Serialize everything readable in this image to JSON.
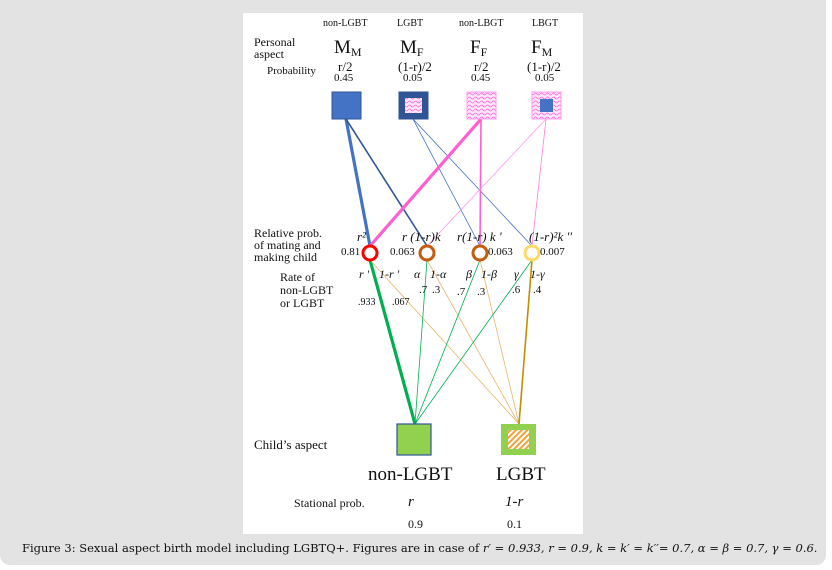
{
  "figure": {
    "personal_aspect_label_1": "Personal",
    "personal_aspect_label_2": "aspect",
    "probability_label": "Probability",
    "parents": [
      {
        "category": "non-LGBT",
        "symbol": "M",
        "sub": "M",
        "formula": "r/2",
        "prob": "0.45",
        "fill": "#4472c4",
        "style": "solid"
      },
      {
        "category": "LGBT",
        "symbol": "M",
        "sub": "F",
        "formula": "(1-r)/2",
        "prob": "0.05",
        "fill": "#2f5597",
        "style": "outer-with-pink-pattern"
      },
      {
        "category": "non-LBGT",
        "symbol": "F",
        "sub": "F",
        "formula": "r/2",
        "prob": "0.45",
        "fill": "#ff99ee",
        "style": "pink-pattern"
      },
      {
        "category": "LBGT",
        "symbol": "F",
        "sub": "M",
        "formula": "(1-r)/2",
        "prob": "0.05",
        "fill": "#ff99ee",
        "style": "pink-pattern-with-blue-core"
      }
    ],
    "relative_prob_label_1": "Relative prob.",
    "relative_prob_label_2": "of mating and",
    "relative_prob_label_3": "making child",
    "couples": [
      {
        "formula": "r²",
        "value": "0.81",
        "color": "#ff0000"
      },
      {
        "formula": "r (1-r)k",
        "value": "0.063",
        "color": "#c55a11"
      },
      {
        "formula": "r(1-r) k '",
        "value": "0.063",
        "color": "#c55a11"
      },
      {
        "formula": "(1-r)²k ''",
        "value": "0.007",
        "color": "#ffd966"
      }
    ],
    "rate_label_1": "Rate of",
    "rate_label_2": "non-LGBT",
    "rate_label_3": "or LGBT",
    "rates": [
      {
        "sym_a": "r '",
        "sym_b": "1-r '",
        "val_a": ".933",
        "val_b": ".067"
      },
      {
        "sym_a": "α",
        "sym_b": "1-α",
        "val_a": ".7",
        "val_b": ".3"
      },
      {
        "sym_a": "β",
        "sym_b": "1-β",
        "val_a": ".7",
        "val_b": ".3"
      },
      {
        "sym_a": "γ",
        "sym_b": "1-γ",
        "val_a": ".6",
        "val_b": ".4"
      }
    ],
    "links_parent_to_couple": [
      {
        "from": 0,
        "to": 0,
        "color": "#4472c4",
        "weight": "heavy"
      },
      {
        "from": 0,
        "to": 1,
        "color": "#2f5597",
        "weight": "medium"
      },
      {
        "from": 1,
        "to": 2,
        "color": "#4472c4",
        "weight": "thin"
      },
      {
        "from": 1,
        "to": 3,
        "color": "#4472c4",
        "weight": "thin"
      },
      {
        "from": 2,
        "to": 0,
        "color": "#ff5fd0",
        "weight": "heavy"
      },
      {
        "from": 2,
        "to": 2,
        "color": "#ff5fd0",
        "weight": "medium"
      },
      {
        "from": 3,
        "to": 1,
        "color": "#ff99ee",
        "weight": "thin"
      },
      {
        "from": 3,
        "to": 3,
        "color": "#ff7fe0",
        "weight": "thin"
      }
    ],
    "links_couple_to_child": [
      {
        "from": 0,
        "to": 0,
        "color": "#00b050",
        "weight": "heavy"
      },
      {
        "from": 0,
        "to": 1,
        "color": "#e6b76b",
        "weight": "thin"
      },
      {
        "from": 1,
        "to": 0,
        "color": "#00b050",
        "weight": "thin"
      },
      {
        "from": 1,
        "to": 1,
        "color": "#e6b76b",
        "weight": "thin"
      },
      {
        "from": 2,
        "to": 0,
        "color": "#00b050",
        "weight": "thin"
      },
      {
        "from": 2,
        "to": 1,
        "color": "#e6b76b",
        "weight": "thin"
      },
      {
        "from": 3,
        "to": 0,
        "color": "#00b050",
        "weight": "thin"
      },
      {
        "from": 3,
        "to": 1,
        "color": "#bf9000",
        "weight": "medium"
      }
    ],
    "child_aspect_label": "Child’s aspect",
    "children": [
      {
        "label": "non-LGBT",
        "formula": "r",
        "prob": "0.9",
        "fill": "#92d050",
        "style": "solid-with-blue-border"
      },
      {
        "label": "LGBT",
        "formula": "1-r",
        "prob": "0.1",
        "fill": "#92d050",
        "style": "with-orange-pattern"
      }
    ],
    "stational_prob_label": "Stational prob."
  },
  "caption": {
    "prefix": "Figure 3:  Sexual aspect birth model including LGBTQ+. Figures are in case of ",
    "params": "r′ = 0.933, r = 0.9, k = k′ = k′′= 0.7, α = β = 0.7, γ = 0.6."
  }
}
